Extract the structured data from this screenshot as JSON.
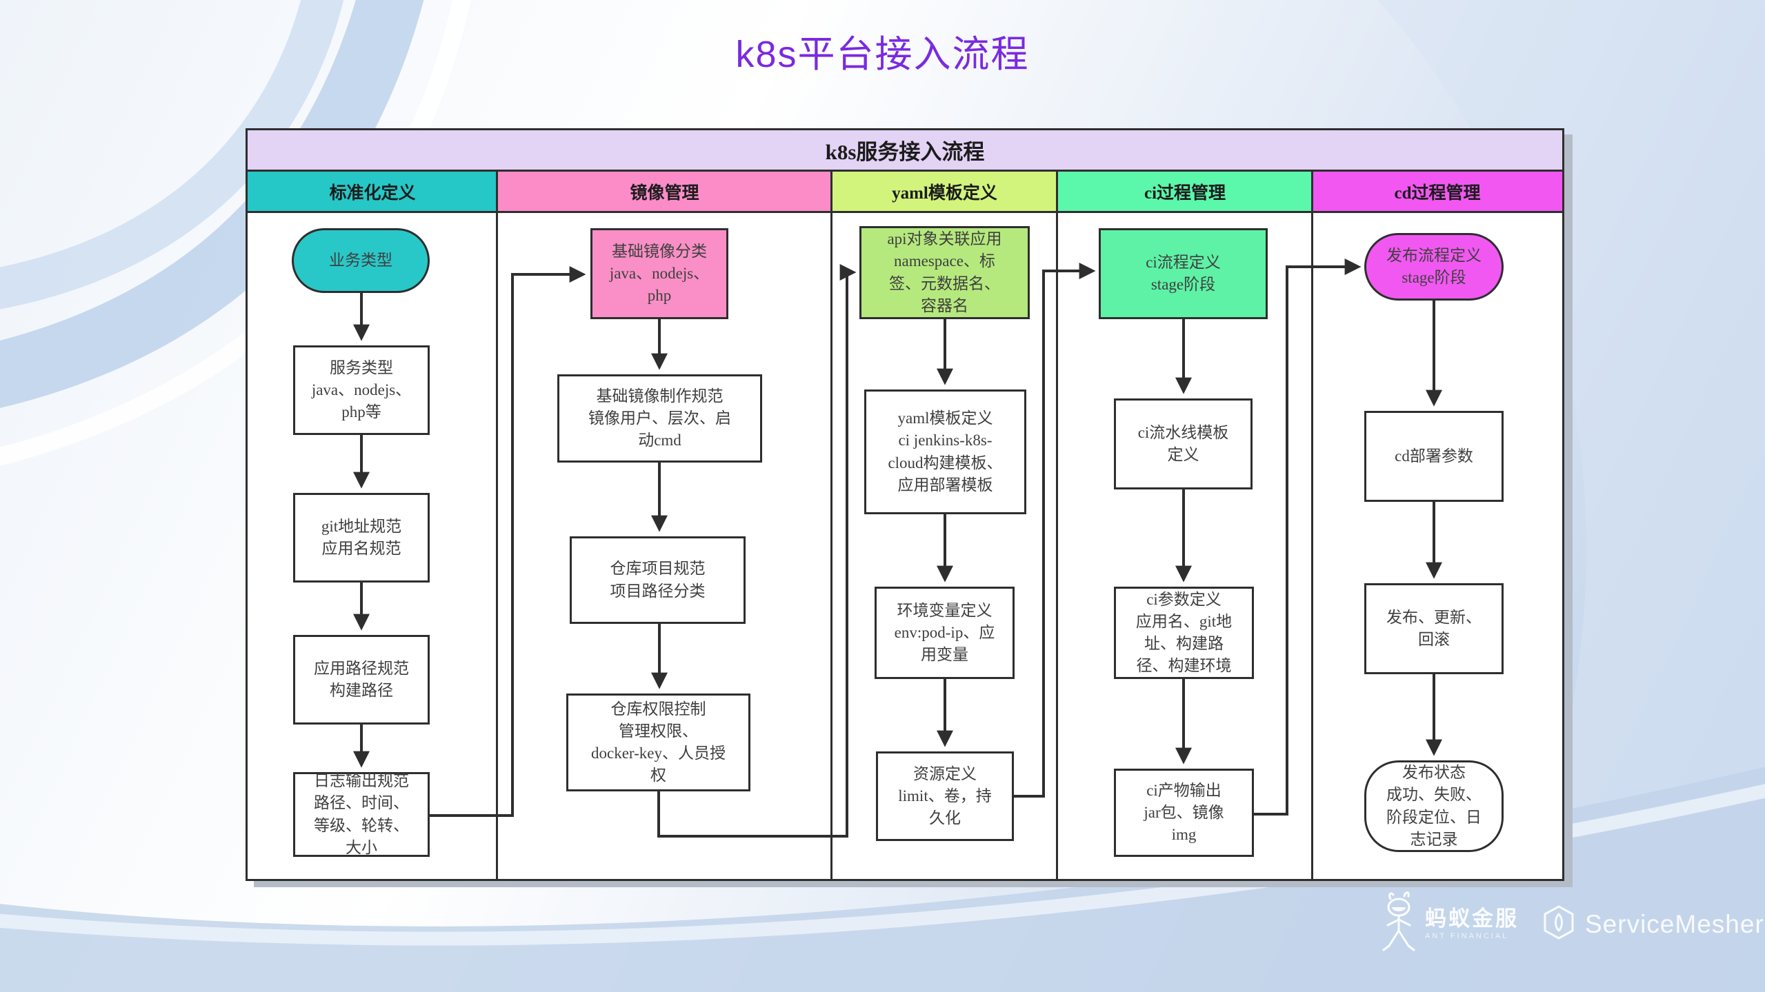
{
  "page": {
    "title": "k8s平台接入流程",
    "title_color": "#7a2ae0"
  },
  "diagram": {
    "banner": {
      "label": "k8s服务接入流程",
      "bg": "#e3d3f4"
    },
    "border_color": "#2e2e2e",
    "lanes": [
      {
        "label": "标准化定义",
        "color": "#26c7c7",
        "nodes": [
          {
            "text": "业务类型",
            "shape": "stadium",
            "fill": "#29c8c8"
          },
          {
            "text": "服务类型\njava、nodejs、\nphp等",
            "shape": "rect",
            "fill": "#ffffff"
          },
          {
            "text": "git地址规范\n应用名规范",
            "shape": "rect",
            "fill": "#ffffff"
          },
          {
            "text": "应用路径规范\n构建路径",
            "shape": "rect",
            "fill": "#ffffff"
          },
          {
            "text": "日志输出规范\n路径、时间、\n等级、轮转、\n大小",
            "shape": "rect",
            "fill": "#ffffff"
          }
        ]
      },
      {
        "label": "镜像管理",
        "color": "#fb8cc8",
        "nodes": [
          {
            "text": "基础镜像分类\njava、nodejs、\nphp",
            "shape": "rect",
            "fill": "#f98fc6"
          },
          {
            "text": "基础镜像制作规范\n镜像用户、层次、启\n动cmd",
            "shape": "rect",
            "fill": "#ffffff"
          },
          {
            "text": "仓库项目规范\n项目路径分类",
            "shape": "rect",
            "fill": "#ffffff"
          },
          {
            "text": "仓库权限控制\n管理权限、\ndocker-key、人员授\n权",
            "shape": "rect",
            "fill": "#ffffff"
          }
        ]
      },
      {
        "label": "yaml模板定义",
        "color": "#d2f47c",
        "nodes": [
          {
            "text": "api对象关联应用\nnamespace、标\n签、元数据名、\n容器名",
            "shape": "rect",
            "fill": "#b5e97d"
          },
          {
            "text": "yaml模板定义\nci jenkins-k8s-\ncloud构建模板、\n应用部署模板",
            "shape": "rect",
            "fill": "#ffffff"
          },
          {
            "text": "环境变量定义\nenv:pod-ip、应\n用变量",
            "shape": "rect",
            "fill": "#ffffff"
          },
          {
            "text": "资源定义\nlimit、卷，持\n久化",
            "shape": "rect",
            "fill": "#ffffff"
          }
        ]
      },
      {
        "label": "ci过程管理",
        "color": "#5bf7ab",
        "nodes": [
          {
            "text": "ci流程定义\nstage阶段",
            "shape": "rect",
            "fill": "#5df2a6"
          },
          {
            "text": "ci流水线模板\n定义",
            "shape": "rect",
            "fill": "#ffffff"
          },
          {
            "text": "ci参数定义\n应用名、git地\n址、构建路\n径、构建环境",
            "shape": "rect",
            "fill": "#ffffff"
          },
          {
            "text": "ci产物输出\njar包、镜像\nimg",
            "shape": "rect",
            "fill": "#ffffff"
          }
        ]
      },
      {
        "label": "cd过程管理",
        "color": "#f257f2",
        "nodes": [
          {
            "text": "发布流程定义\nstage阶段",
            "shape": "stadium",
            "fill": "#f158f1"
          },
          {
            "text": "cd部署参数",
            "shape": "rect",
            "fill": "#ffffff"
          },
          {
            "text": "发布、更新、\n回滚",
            "shape": "rect",
            "fill": "#ffffff"
          },
          {
            "text": "发布状态\n成功、失败、\n阶段定位、日\n志记录",
            "shape": "terminator",
            "fill": "#ffffff"
          }
        ]
      }
    ]
  },
  "footer": {
    "ant_name": "蚂蚁金服",
    "ant_sub": "ANT FINANCIAL",
    "partner": "ServiceMesher"
  }
}
